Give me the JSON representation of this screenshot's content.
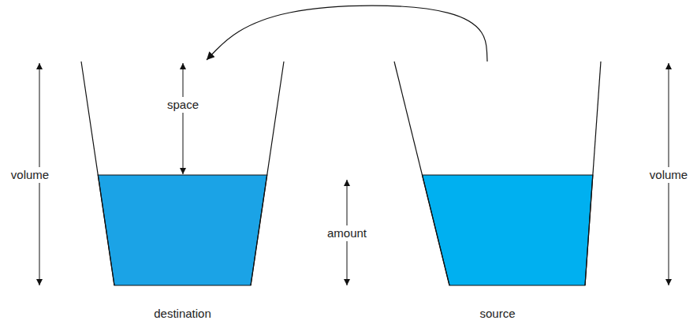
{
  "diagram": {
    "nodes": [
      {
        "text": [
          "destination"
        ]
      },
      {
        "text": [
          "source"
        ]
      }
    ],
    "edges": [
      {
        "from": 1,
        "to": 0,
        "arrow": "to"
      }
    ],
    "labels": [
      "volume",
      "space",
      "amount",
      "volume"
    ]
  }
}
